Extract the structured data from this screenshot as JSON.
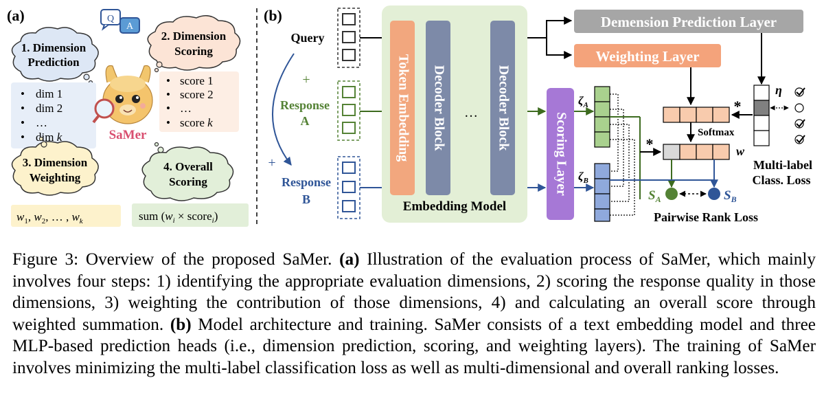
{
  "panel_a": {
    "label": "(a)",
    "qa_icon_letters": [
      "Q",
      "A"
    ],
    "step1": [
      "1. Dimension",
      "Prediction"
    ],
    "step2": [
      "2. Dimension",
      "Scoring"
    ],
    "step3": [
      "3. Dimension",
      "Weighting"
    ],
    "step4": [
      "4. Overall",
      "Scoring"
    ],
    "dims": [
      {
        "base": "dim 1",
        "ital": ""
      },
      {
        "base": "dim 2",
        "ital": ""
      },
      {
        "base": "…",
        "ital": ""
      },
      {
        "base": "dim ",
        "ital": "k"
      }
    ],
    "scores": [
      {
        "base": "score 1",
        "ital": ""
      },
      {
        "base": "score 2",
        "ital": ""
      },
      {
        "base": "…",
        "ital": ""
      },
      {
        "base": "score ",
        "ital": "k"
      }
    ],
    "mascot_name": "SaMer",
    "weights_parts": [
      "w",
      "1",
      ", ",
      "w",
      "2",
      ", … , ",
      "w",
      "k"
    ],
    "sum_parts": [
      "sum (",
      "w",
      "i",
      " × score",
      "i",
      ")"
    ]
  },
  "panel_b": {
    "label": "(b)",
    "query": "Query",
    "plus": "+",
    "response_a": [
      "Response",
      "A"
    ],
    "response_b": [
      "Response",
      "B"
    ],
    "token_embedding": "Token Embedding",
    "decoder_block": "Decoder Block",
    "ellipsis": "…",
    "embedding_model": "Embedding Model",
    "scoring_layer": "Scoring Layer",
    "dimension_prediction_layer": "Demension Prediction Layer",
    "weighting_layer": "Weighting Layer",
    "zeta": "ζ",
    "zeta_a_sub": "A",
    "zeta_b_sub": "B",
    "eta": "η",
    "w": "w",
    "softmax": "Softmax",
    "star": "*",
    "s": "S",
    "s_a_sub": "A",
    "s_b_sub": "B",
    "pairwise_rank_loss": "Pairwise Rank Loss",
    "multilabel": [
      "Multi-label",
      "Class. Loss"
    ]
  },
  "caption": {
    "figure_label": "Figure 3:",
    "intro": " Overview of the proposed SaMer. ",
    "a_label": "(a)",
    "a_text": " Illustration of the evaluation process of SaMer, which mainly involves four steps: 1) identifying the appropriate evaluation dimensions, 2) scoring the response quality in those dimensions, 3) weighting the contribution of those dimensions, 4) and calculating an overall score through weighted summation. ",
    "b_label": "(b)",
    "b_text": " Model architecture and training. SaMer consists of a text embedding model and three MLP-based prediction heads (i.e., dimension prediction, scoring, and weighting layers). The training of SaMer involves minimizing the multi-label classification loss as well as multi-dimensional and overall ranking losses."
  },
  "colors": {
    "green_box": "#e3efd6",
    "token_orange": "#f2a77e",
    "decoder_slate": "#7d8aa8",
    "scoring_purple": "#a678d6",
    "weighting_orange": "#f4a37b",
    "dimpred_gray": "#a6a6a6",
    "green_cell": "#a9d18e",
    "blue_cell": "#8fa9dc",
    "orange_cell": "#f8cbad",
    "green_line": "#3d6b1f",
    "blue_line": "#2f5597",
    "response_a_text": "#548235",
    "response_b_text": "#2f5597"
  }
}
